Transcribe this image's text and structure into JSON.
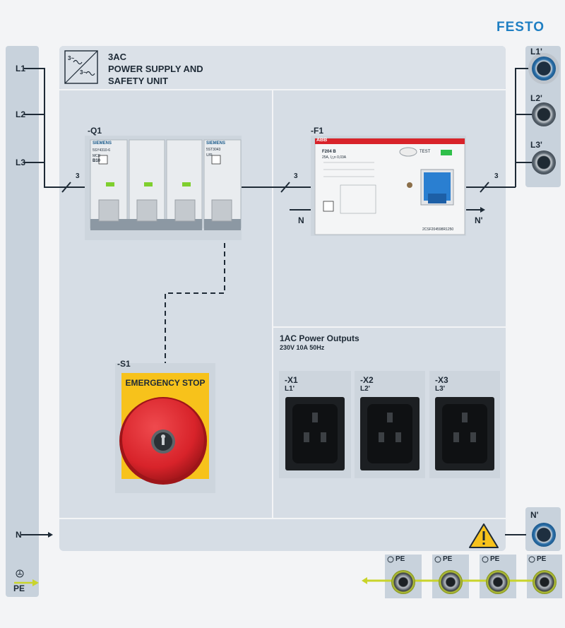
{
  "brand": {
    "name": "FESTO",
    "color": "#1f7fc3"
  },
  "module": {
    "title_line1": "3AC",
    "title_line2": "POWER SUPPLY AND",
    "title_line3": "SAFETY UNIT",
    "symbol_labels": [
      "3~",
      "3~"
    ]
  },
  "inputs": {
    "l1": "L1",
    "l2": "L2",
    "l3": "L3",
    "n": "N",
    "pe": "PE"
  },
  "wire_counts": {
    "q1_in": "3",
    "q1_out": "3",
    "f1_out": "3"
  },
  "breaker_q1": {
    "designation": "-Q1",
    "brand_left": "SIEMENS",
    "brand_right": "SIEMENS",
    "model_left": "5SY4310-6",
    "type_left": "MCB",
    "rating": "B10",
    "model_right": "5ST3043",
    "type_right": "U/R"
  },
  "rcd_f1": {
    "designation": "-F1",
    "brand": "ABB",
    "model": "F204 B",
    "rating": "25A, I△n 0,03A",
    "test_label": "TEST",
    "part_number": "2CSF204598R1250",
    "n_in": "N",
    "n_out": "N'"
  },
  "outputs_3ac": {
    "l1": "L1'",
    "l2": "L2'",
    "l3": "L3'",
    "n": "N'"
  },
  "emergency_stop": {
    "designation": "-S1",
    "label": "EMERGENCY STOP",
    "cap_color": "#d8232a",
    "plate_color": "#f7c21b"
  },
  "power_outputs": {
    "title": "1AC Power Outputs",
    "spec": "230V  10A  50Hz",
    "sockets": [
      {
        "designation": "-X1",
        "phase": "L1'"
      },
      {
        "designation": "-X2",
        "phase": "L2'"
      },
      {
        "designation": "-X3",
        "phase": "L3'"
      }
    ]
  },
  "pe_terminals": [
    "PE",
    "PE",
    "PE",
    "PE"
  ],
  "icons": [
    "converter-symbol-icon",
    "warning-icon",
    "earth-ground-icon",
    "arrow-right-icon",
    "key-switch-icon"
  ]
}
